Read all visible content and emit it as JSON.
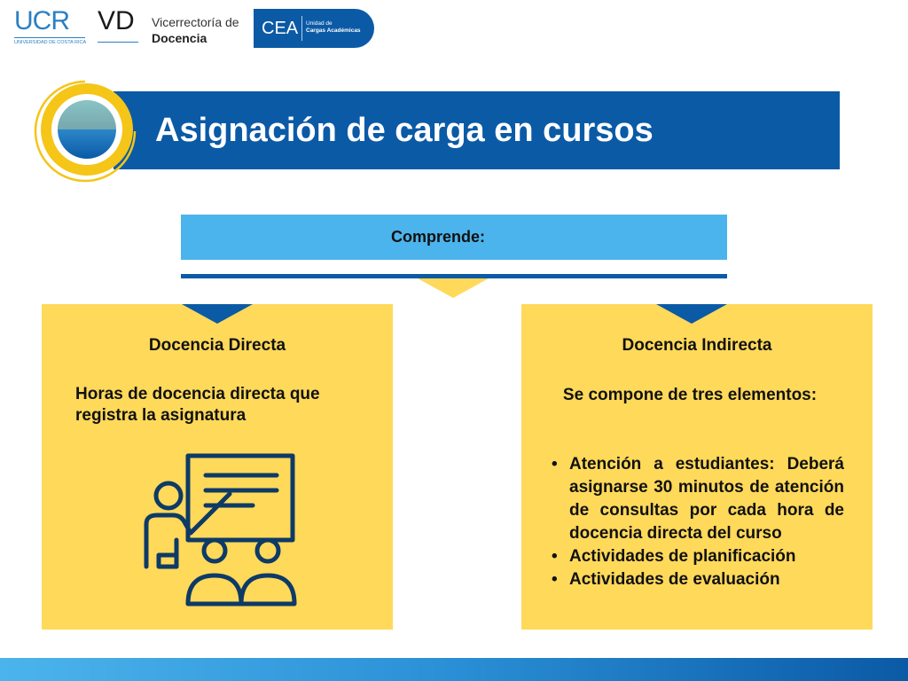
{
  "header": {
    "ucr_logo": {
      "mark": "UCR",
      "subtitle": "UNIVERSIDAD DE COSTA RICA"
    },
    "vd_logo": {
      "mark": "VD",
      "line1": "Vicerrectoría de",
      "line2": "Docencia"
    },
    "cea_logo": {
      "mark": "CEA",
      "line1": "Unidad de",
      "line2": "Cargas Académicas"
    }
  },
  "title": "Asignación de carga en cursos",
  "comprende_label": "Comprende:",
  "left_card": {
    "title": "Docencia Directa",
    "description": "Horas de docencia directa que registra la asignatura",
    "icon": "teacher-presentation-icon"
  },
  "right_card": {
    "title": "Docencia Indirecta",
    "intro": "Se compone de tres elementos:",
    "bullets": [
      "Atención a estudiantes: Deberá asignarse 30 minutos de atención de consultas por cada hora de docencia directa del curso",
      "Actividades de planificación",
      "Actividades de evaluación"
    ]
  },
  "colors": {
    "navy": "#0b5aa6",
    "sky": "#4cb4ec",
    "yellow": "#ffd95a",
    "gold": "#f5c518"
  }
}
